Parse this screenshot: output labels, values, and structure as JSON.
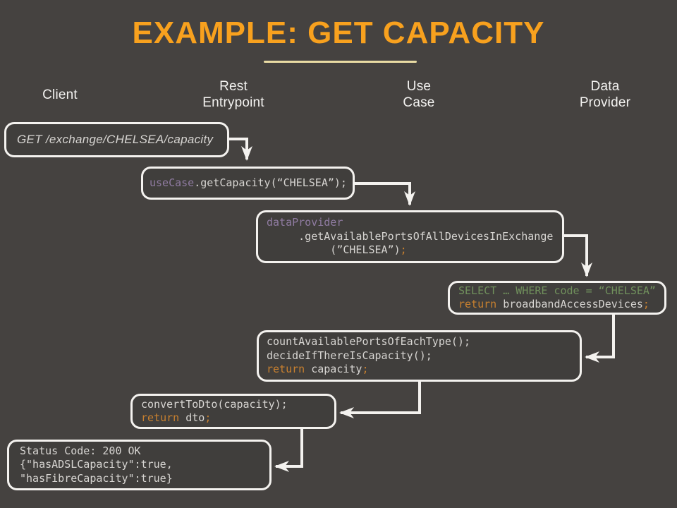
{
  "slide": {
    "title": "EXAMPLE: GET CAPACITY",
    "colors": {
      "background": "#454240",
      "title_orange": "#F8A11E",
      "underline_gold": "#EADCA4",
      "box_border_white": "#F4F2EF",
      "code_plain": "#D7D5D2",
      "code_purple": "#8F7BA1",
      "code_orange": "#C8802F",
      "code_green": "#70905C"
    }
  },
  "columns": [
    {
      "label": "Client"
    },
    {
      "label": "Rest\nEntrypoint"
    },
    {
      "label": "Use\nCase"
    },
    {
      "label": "Data\nProvider"
    }
  ],
  "boxes": {
    "request": {
      "lines": [
        [
          {
            "t": "GET /exchange/CHELSEA/capacity",
            "c": "plain"
          }
        ]
      ]
    },
    "usecase": {
      "lines": [
        [
          {
            "t": "useCase",
            "c": "type"
          },
          {
            "t": ".getCapacity(“CHELSEA”);",
            "c": "plain"
          }
        ]
      ]
    },
    "dataprovider": {
      "lines": [
        [
          {
            "t": "dataProvider",
            "c": "type"
          }
        ],
        [
          {
            "t": "     .getAvailablePortsOfAllDevicesInExchange",
            "c": "plain"
          }
        ],
        [
          {
            "t": "          (”CHELSEA”)",
            "c": "plain"
          },
          {
            "t": ";",
            "c": "kw"
          }
        ]
      ]
    },
    "select": {
      "lines": [
        [
          {
            "t": "SELECT … WHERE code = “CHELSEA”",
            "c": "green"
          }
        ],
        [
          {
            "t": "return",
            "c": "kw"
          },
          {
            "t": " broadbandAccessDevices",
            "c": "plain"
          },
          {
            "t": ";",
            "c": "kw"
          }
        ]
      ]
    },
    "count": {
      "lines": [
        [
          {
            "t": "countAvailablePortsOfEachType();",
            "c": "plain"
          }
        ],
        [
          {
            "t": "decideIfThereIsCapacity();",
            "c": "plain"
          }
        ],
        [
          {
            "t": "return",
            "c": "kw"
          },
          {
            "t": " capacity",
            "c": "plain"
          },
          {
            "t": ";",
            "c": "kw"
          }
        ]
      ]
    },
    "dto": {
      "lines": [
        [
          {
            "t": "convertToDto(capacity);",
            "c": "plain"
          }
        ],
        [
          {
            "t": "return",
            "c": "kw"
          },
          {
            "t": " dto",
            "c": "plain"
          },
          {
            "t": ";",
            "c": "kw"
          }
        ]
      ]
    },
    "response": {
      "lines": [
        [
          {
            "t": "Status Code: 200 OK",
            "c": "plain"
          }
        ],
        [
          {
            "t": "{\"hasADSLCapacity\":true,",
            "c": "plain"
          }
        ],
        [
          {
            "t": "\"hasFibreCapacity\":true}",
            "c": "plain"
          }
        ]
      ]
    }
  }
}
